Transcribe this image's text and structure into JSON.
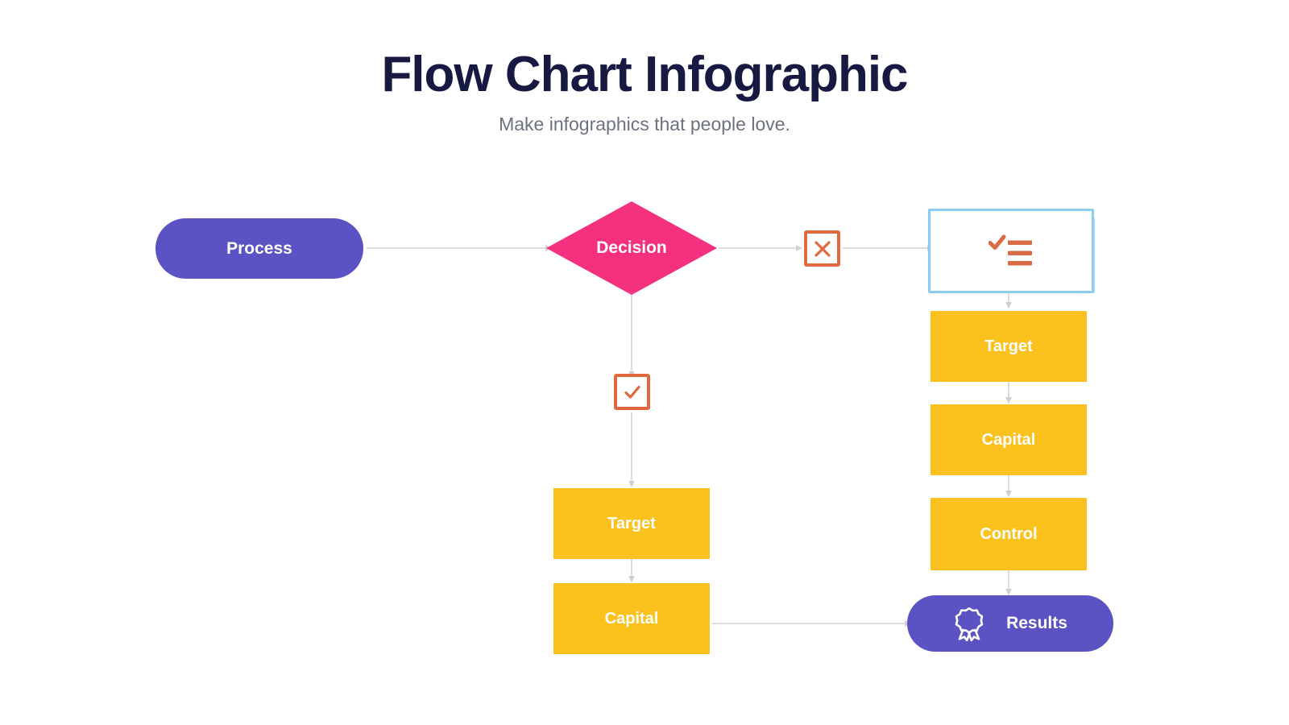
{
  "header": {
    "title": "Flow Chart Infographic",
    "subtitle": "Make infographics that people love."
  },
  "colors": {
    "title_navy": "#171943",
    "subtitle_gray": "#6d7280",
    "process_purple": "#5b52c4",
    "decision_pink": "#f5317f",
    "step_amber": "#fbc11c",
    "gate_orange": "#e2683f",
    "card_blue_border": "#8ccdf2",
    "card_blue_shadow": "#a8daf7",
    "connector_gray": "#d8d8dd",
    "background": "#ffffff"
  },
  "chart_data": {
    "type": "diagram",
    "title": "Flow Chart Infographic",
    "subtitle": "Make infographics that people love.",
    "nodes": [
      {
        "id": "process",
        "label": "Process",
        "shape": "pill",
        "color": "#5b52c4",
        "icon": null
      },
      {
        "id": "decision",
        "label": "Decision",
        "shape": "diamond",
        "color": "#f5317f",
        "icon": null
      },
      {
        "id": "gate-no",
        "label": "",
        "shape": "square",
        "color": "#e2683f",
        "icon": "x-icon"
      },
      {
        "id": "gate-yes",
        "label": "",
        "shape": "square",
        "color": "#e2683f",
        "icon": "check-icon"
      },
      {
        "id": "checklist-card",
        "label": "",
        "shape": "card",
        "color": "#8ccdf2",
        "icon": "checklist-icon"
      },
      {
        "id": "right-target",
        "label": "Target",
        "shape": "rect",
        "color": "#fbc11c",
        "icon": null
      },
      {
        "id": "right-capital",
        "label": "Capital",
        "shape": "rect",
        "color": "#fbc11c",
        "icon": null
      },
      {
        "id": "right-control",
        "label": "Control",
        "shape": "rect",
        "color": "#fbc11c",
        "icon": null
      },
      {
        "id": "mid-target",
        "label": "Target",
        "shape": "rect",
        "color": "#fbc11c",
        "icon": null
      },
      {
        "id": "mid-capital",
        "label": "Capital",
        "shape": "rect",
        "color": "#fbc11c",
        "icon": null
      },
      {
        "id": "results",
        "label": "Results",
        "shape": "pill",
        "color": "#5b52c4",
        "icon": "award-icon"
      }
    ],
    "edges": [
      {
        "from": "process",
        "to": "decision",
        "direction": "right"
      },
      {
        "from": "decision",
        "to": "gate-no",
        "direction": "right"
      },
      {
        "from": "gate-no",
        "to": "checklist-card",
        "direction": "right"
      },
      {
        "from": "decision",
        "to": "gate-yes",
        "direction": "down"
      },
      {
        "from": "gate-yes",
        "to": "mid-target",
        "direction": "down"
      },
      {
        "from": "mid-target",
        "to": "mid-capital",
        "direction": "down"
      },
      {
        "from": "mid-capital",
        "to": "results",
        "direction": "right"
      },
      {
        "from": "checklist-card",
        "to": "right-target",
        "direction": "down"
      },
      {
        "from": "right-target",
        "to": "right-capital",
        "direction": "down"
      },
      {
        "from": "right-capital",
        "to": "right-control",
        "direction": "down"
      },
      {
        "from": "right-control",
        "to": "results",
        "direction": "down"
      }
    ]
  },
  "nodes": {
    "process": {
      "label": "Process"
    },
    "decision": {
      "label": "Decision"
    },
    "right_target": {
      "label": "Target"
    },
    "right_capital": {
      "label": "Capital"
    },
    "right_control": {
      "label": "Control"
    },
    "mid_target": {
      "label": "Target"
    },
    "mid_capital": {
      "label": "Capital"
    },
    "results": {
      "label": "Results"
    }
  }
}
